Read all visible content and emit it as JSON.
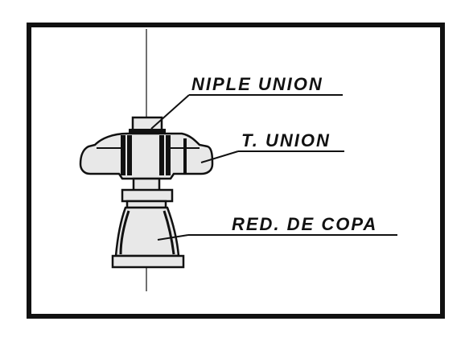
{
  "labels": {
    "niple_union": "NIPLE UNION",
    "t_union": "T. UNION",
    "red_de_copa": "RED. DE COPA"
  },
  "colors": {
    "ink": "#111111",
    "part_fill": "#e8e8e8",
    "background": "#ffffff"
  }
}
